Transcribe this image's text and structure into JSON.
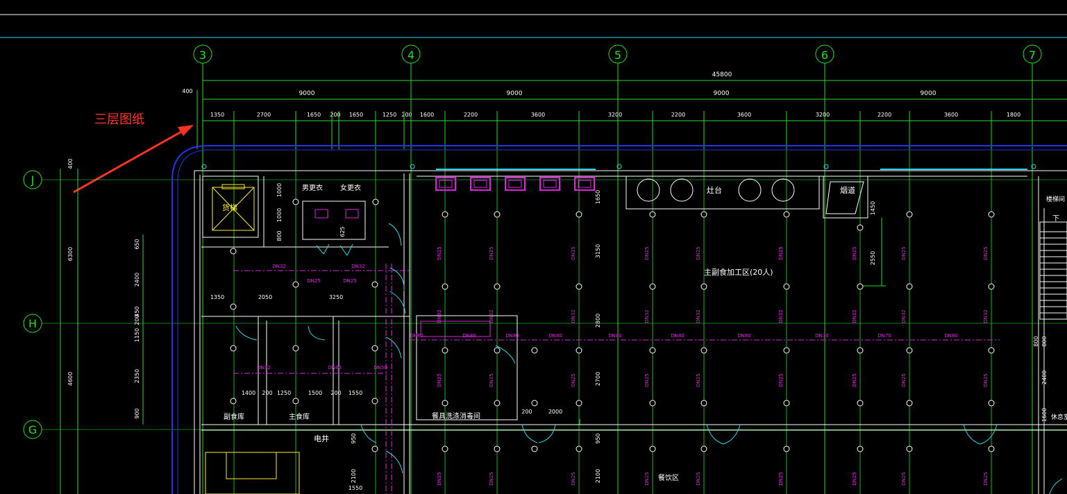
{
  "colors": {
    "background": "#000000",
    "grid": "#19e519",
    "dimension": "#2fd62f",
    "wall": "#ffffff",
    "pipe": "#e020e0",
    "pipe_label": "#e020e0",
    "window": "#28d8e8",
    "boundary": "#2233ee",
    "elevator": "#ffee33",
    "annotation": "#ff3322"
  },
  "annotation": {
    "label": "三层图纸",
    "icon": "red-arrow-icon"
  },
  "axes_top": [
    "3",
    "4",
    "5",
    "6",
    "7"
  ],
  "axes_left": [
    "J",
    "H",
    "G"
  ],
  "dims": {
    "total": "45800",
    "offset": "400",
    "bays": [
      "9000",
      "9000",
      "9000",
      "9000"
    ],
    "sub": [
      "1350",
      "2700",
      "1650",
      "200",
      "1650",
      "1250",
      "200",
      "1600",
      "2200",
      "3600",
      "3200",
      "2200",
      "3600",
      "3200",
      "2200",
      "3600",
      "1800"
    ],
    "left_outer": [
      "400",
      "6300",
      "4600"
    ],
    "left_inner": [
      "650",
      "2400",
      "450",
      "200",
      "1150",
      "2350",
      "900"
    ],
    "interior": [
      "1350",
      "2050",
      "3250",
      "1400",
      "200",
      "1250",
      "1500",
      "200",
      "1550",
      "200",
      "2000",
      "1550",
      "950",
      "2100",
      "800",
      "625",
      "1000",
      "1000",
      "800"
    ],
    "right_col": [
      "1650",
      "3150",
      "2800",
      "2700",
      "950",
      "2100",
      "2550",
      "1450"
    ],
    "far_right": [
      "800",
      "2400",
      "1600"
    ]
  },
  "rooms": {
    "elevator": "货梯",
    "men_changing": "男更衣",
    "women_changing": "女更衣",
    "main_kitchen": "主副食加工区(20人)",
    "stove": "灶台",
    "flue": "烟道",
    "stair": "楼梯间",
    "down": "下",
    "staff": "休息室",
    "storage": "副食库",
    "staple_storage": "主食库",
    "dish_wash": "餐具洗涤消毒间",
    "shaft": "电井",
    "dining": "餐饮区"
  },
  "pipes": [
    "DN25",
    "DN32",
    "DN40",
    "DN50",
    "DN70",
    "DN80"
  ]
}
